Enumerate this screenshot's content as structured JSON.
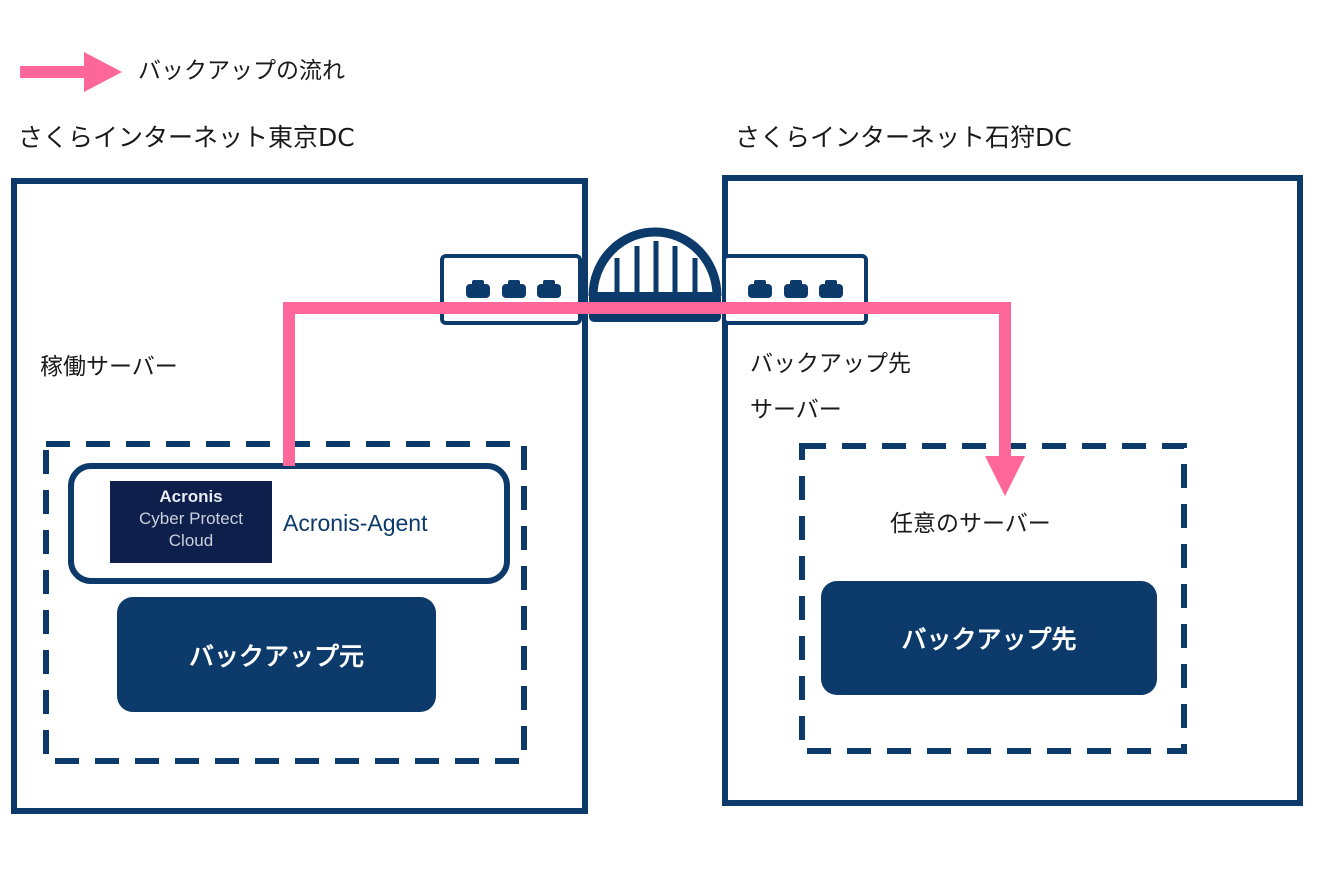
{
  "legend": {
    "label": "バックアップの流れ",
    "color": "#FF6699"
  },
  "left_dc": {
    "title": "さくらインターネット東京DC",
    "server_label": "稼働サーバー",
    "agent": {
      "logo": {
        "line1": "Acronis",
        "line2": "Cyber Protect",
        "line3": "Cloud"
      },
      "label": "Acronis-Agent"
    },
    "button": "バックアップ元"
  },
  "right_dc": {
    "title": "さくらインターネット石狩DC",
    "server_label_line1": "バックアップ先",
    "server_label_line2": "サーバー",
    "inner_label": "任意のサーバー",
    "button": "バックアップ先"
  },
  "colors": {
    "navy": "#0b3a6b",
    "flow": "#FF6699"
  }
}
